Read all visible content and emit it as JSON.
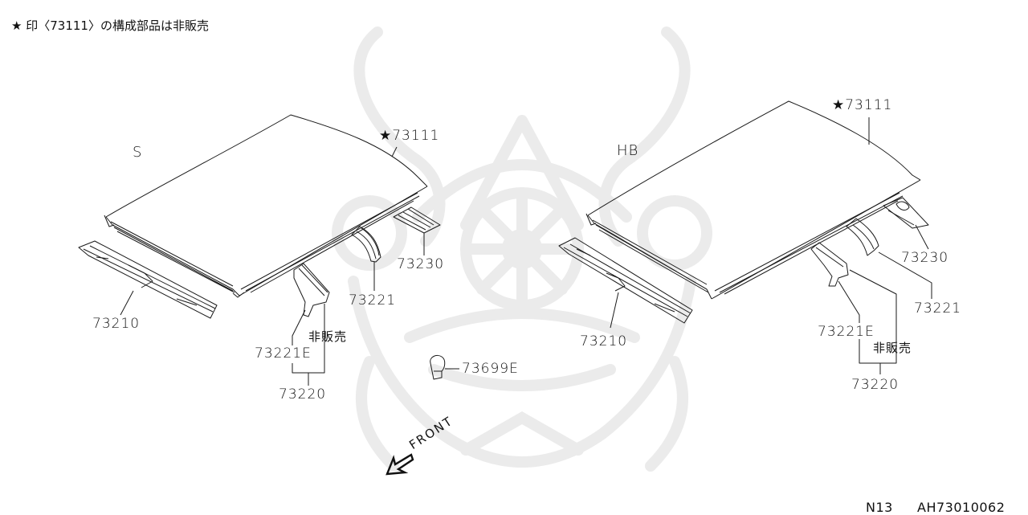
{
  "header": {
    "note_star": "★",
    "note_text": "印〈73111〉の構成部品は非販売"
  },
  "footer": {
    "model_code": "N13",
    "diagram_id": "AH73010062"
  },
  "diagram": {
    "direction_label": "FRONT",
    "variants": [
      {
        "label": "S",
        "callouts": {
          "roof_panel": "★73111",
          "front_rail": "73210",
          "roof_bow_221": "73221",
          "rear_rail": "73230",
          "bow_e": "73221E",
          "not_sold": "非販売",
          "bow_assy": "73220"
        }
      },
      {
        "label": "HB",
        "callouts": {
          "roof_panel": "★73111",
          "front_rail": "73210",
          "roof_bow_221": "73221",
          "rear_rail": "73230",
          "bow_e": "73221E",
          "not_sold": "非販売",
          "bow_assy": "73220"
        }
      }
    ],
    "shared_callouts": {
      "clip": "73699E"
    }
  },
  "colors": {
    "line": "#1a1a1a",
    "watermark": "#ececec",
    "background": "#ffffff"
  }
}
